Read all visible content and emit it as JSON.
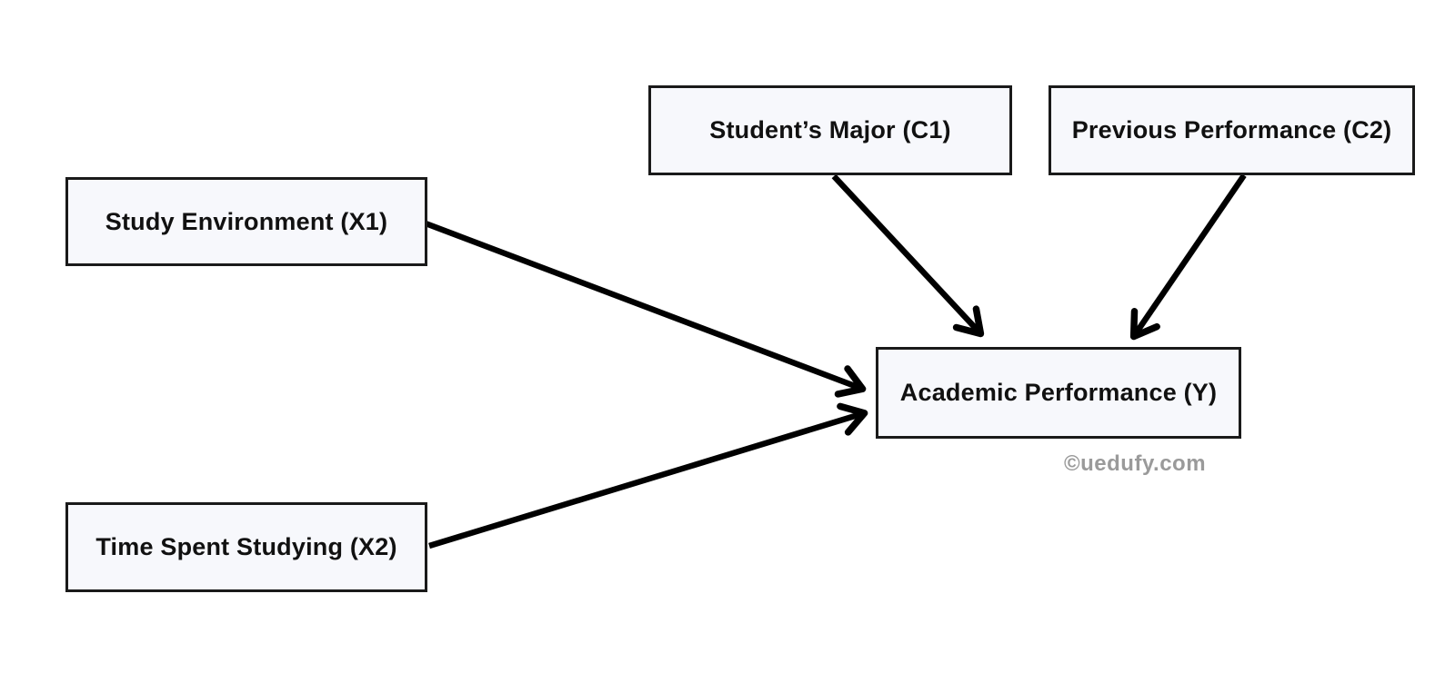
{
  "diagram": {
    "type": "path-model-diagram",
    "background": "#ffffff",
    "node_fill": "#f7f8fc",
    "node_border_color": "#1a1a1a",
    "arrow_color": "#000000",
    "nodes": {
      "x1": {
        "label": "Study Environment (X1)"
      },
      "x2": {
        "label": "Time Spent Studying (X2)"
      },
      "c1": {
        "label": "Student’s Major (C1)"
      },
      "c2": {
        "label": "Previous Performance (C2)"
      },
      "y": {
        "label": "Academic Performance (Y)"
      }
    },
    "edges": [
      {
        "from": "Study Environment (X1)",
        "to": "Academic Performance (Y)"
      },
      {
        "from": "Time Spent Studying (X2)",
        "to": "Academic Performance (Y)"
      },
      {
        "from": "Student’s Major (C1)",
        "to": "Academic Performance (Y)"
      },
      {
        "from": "Previous Performance (C2)",
        "to": "Academic Performance (Y)"
      }
    ],
    "watermark": {
      "text": "©uedufy.com",
      "color": "#9a9a9a"
    }
  }
}
